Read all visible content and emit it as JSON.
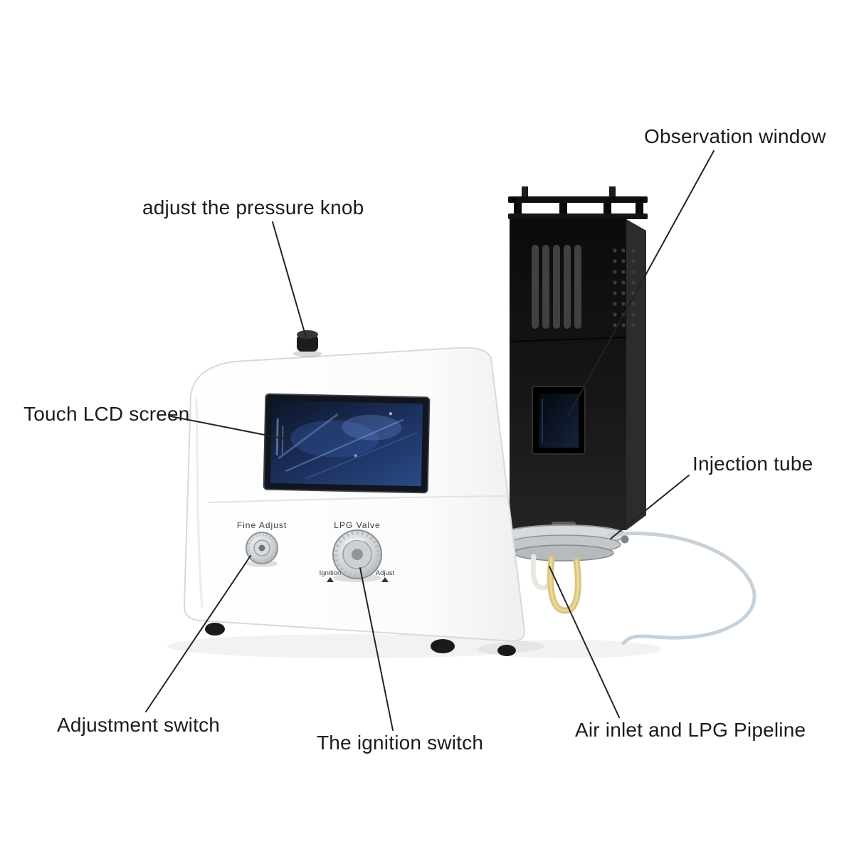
{
  "figure": {
    "type": "annotated-product-diagram",
    "subject": "Benchtop flame photometer with labeled parts"
  },
  "annotations": {
    "observation_window": "Observation window",
    "pressure_knob": "adjust the pressure knob",
    "touch_lcd": "Touch LCD screen",
    "injection_tube": "Injection tube",
    "adjustment_switch": "Adjustment switch",
    "ignition_switch": "The ignition switch",
    "air_inlet": "Air inlet and LPG Pipeline"
  },
  "device_panel": {
    "fine_adjust": "Fine  Adjust",
    "lpg_valve": "LPG  Valve",
    "ignition": "Ignition",
    "adjust": "Adjust"
  },
  "colors": {
    "label_text": "#1c1c1c",
    "annotation_line": "#232323",
    "device_body": "#fbfbfb",
    "chimney_black": "#131313",
    "screen_blue": "#2a4a86",
    "tube_yellow": "#d9c57b",
    "metal_silver": "#c9cdd1"
  }
}
